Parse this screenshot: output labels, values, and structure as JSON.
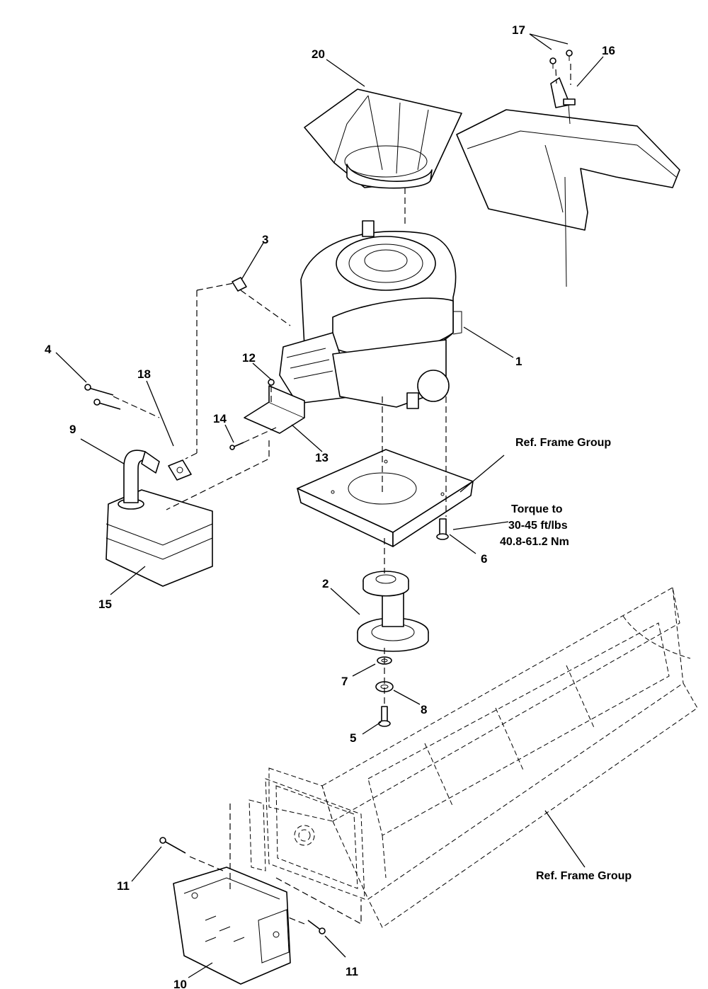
{
  "diagram": {
    "callouts": [
      {
        "id": "c1",
        "text": "1"
      },
      {
        "id": "c2",
        "text": "2"
      },
      {
        "id": "c3",
        "text": "3"
      },
      {
        "id": "c4",
        "text": "4"
      },
      {
        "id": "c5",
        "text": "5"
      },
      {
        "id": "c6",
        "text": "6"
      },
      {
        "id": "c7",
        "text": "7"
      },
      {
        "id": "c8",
        "text": "8"
      },
      {
        "id": "c9",
        "text": "9"
      },
      {
        "id": "c10",
        "text": "10"
      },
      {
        "id": "c11a",
        "text": "11"
      },
      {
        "id": "c11b",
        "text": "11"
      },
      {
        "id": "c12",
        "text": "12"
      },
      {
        "id": "c13",
        "text": "13"
      },
      {
        "id": "c14",
        "text": "14"
      },
      {
        "id": "c15",
        "text": "15"
      },
      {
        "id": "c16",
        "text": "16"
      },
      {
        "id": "c17",
        "text": "17"
      },
      {
        "id": "c18",
        "text": "18"
      },
      {
        "id": "c20",
        "text": "20"
      }
    ],
    "notes": {
      "ref_frame_group_top": "Ref. Frame Group",
      "ref_frame_group_bottom": "Ref. Frame Group",
      "torque_line1": "Torque to",
      "torque_line2": "30-45 ft/lbs",
      "torque_line3": "40.8-61.2 Nm"
    }
  }
}
